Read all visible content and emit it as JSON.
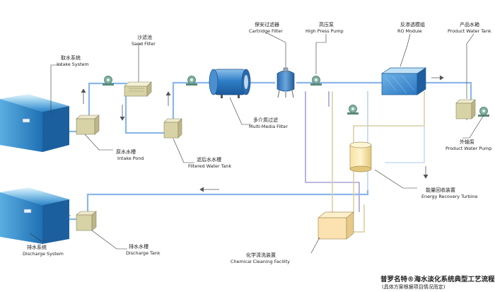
{
  "title": {
    "main": "普罗名特®海水淡化系统典型工艺流程图",
    "sub": "(具体方案根据项目情况而定)"
  },
  "labels": {
    "intake_system": {
      "zh": "取水系统",
      "en": "Intake System"
    },
    "intake_pond": {
      "zh": "原水水槽",
      "en": "Intake Pond"
    },
    "sand_filter": {
      "zh": "沙滤池",
      "en": "Sand Filter"
    },
    "filtered_water_tank": {
      "zh": "滤后水水槽",
      "en": "Filtered Water Tank"
    },
    "multi_media_filter": {
      "zh": "多介质过滤",
      "en": "Multi-Media Filter"
    },
    "cartridge_filter": {
      "zh": "保安过滤器",
      "en": "Cartridge Filter"
    },
    "high_press_pump": {
      "zh": "高压泵",
      "en": "High Press Pump"
    },
    "ro_module": {
      "zh": "反渗透模组",
      "en": "RO Module"
    },
    "product_water_tank": {
      "zh": "产品水箱",
      "en": "Product Water Tank"
    },
    "product_water_pump": {
      "zh": "外输泵",
      "en": "Product Water Pump"
    },
    "energy_recovery_turbine": {
      "zh": "能量回收装置",
      "en": "Energy Recovery Turbine"
    },
    "chemical_cleaning_facility": {
      "zh": "化学清洗装置",
      "en": "Chemical Cleaning Facility"
    },
    "discharge_system": {
      "zh": "排水系统",
      "en": "Discharge System"
    },
    "discharge_tank": {
      "zh": "排水水槽",
      "en": "Discharge Tank"
    }
  },
  "colors": {
    "water_top": "#dff2fb",
    "water_deep": "#2f8fd0",
    "pipe_blue": "#8bb7ea",
    "pipe_pale": "#c8dcf2",
    "pipe_tan": "#d9cfa6",
    "pipe_purple": "#a7a0d8",
    "tank_face": "#dcd8b0",
    "mmf_blue": "#3b84c8",
    "chem_face": "#fbe2b0"
  }
}
